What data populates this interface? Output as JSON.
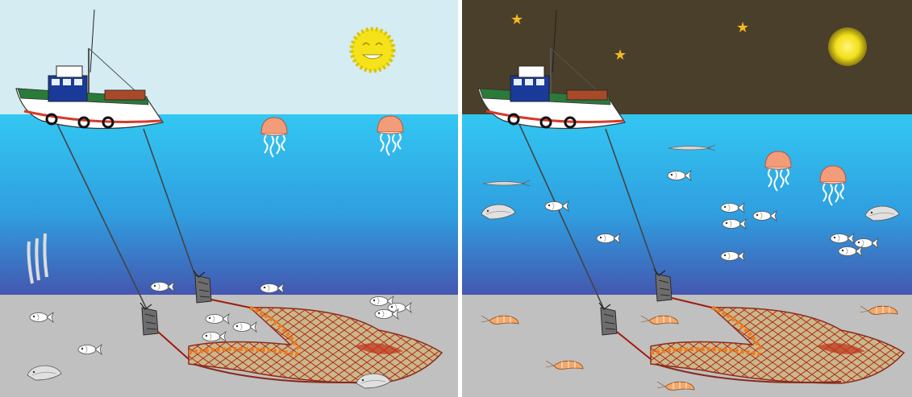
{
  "panels": [
    {
      "id": "day",
      "time": "day",
      "colors": {
        "sky": "#d4ecf2",
        "sea_top": "#33c7f2",
        "sea_bottom": "#3f5fb0",
        "seabed": "#c0c0c0",
        "sun": "#f5e21a"
      }
    },
    {
      "id": "night",
      "time": "night",
      "colors": {
        "sky": "#4a3f2a",
        "sea_top": "#33c7f2",
        "sea_bottom": "#3f5fb0",
        "seabed": "#c0c0c0",
        "moon": "#f2e01a",
        "stars": "#f5b820"
      }
    }
  ],
  "colors": {
    "net": "#c9b88a",
    "net_mesh": "#b0291b",
    "net_float": "#f07a1a",
    "hull": "#ffffff",
    "hull_stripe": "#d63a2a",
    "cabin": "#1a3a9a",
    "door": "#6d6d6d",
    "jellyfish": "#f29c7a",
    "shrimp": "#f2a86a"
  },
  "icons": [
    "sun-icon",
    "moon-icon",
    "star-icon",
    "boat-icon",
    "trawl-net-icon",
    "otter-board-icon",
    "jellyfish-icon",
    "fish-icon",
    "shrimp-icon",
    "squid-icon",
    "flatfish-icon",
    "eel-icon"
  ]
}
